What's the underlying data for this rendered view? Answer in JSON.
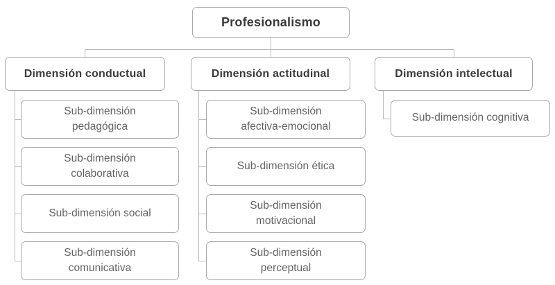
{
  "diagram": {
    "type": "hierarchy-org-chart",
    "root": {
      "label": "Profesionalismo"
    },
    "branches": [
      {
        "label": "Dimensión conductual",
        "children": [
          "Sub-dimensión\npedagógica",
          "Sub-dimensión\ncolaborativa",
          "Sub-dimensión social",
          "Sub-dimensión\ncomunicativa"
        ]
      },
      {
        "label": "Dimensión actitudinal",
        "children": [
          "Sub-dimensión\nafectiva-emocional",
          "Sub-dimensión ética",
          "Sub-dimensión\nmotivacional",
          "Sub-dimensión\nperceptual"
        ]
      },
      {
        "label": "Dimensión intelectual",
        "children": [
          "Sub-dimensión cognitiva"
        ]
      }
    ],
    "colors": {
      "background": "#ffffff",
      "box_fill": "#ffffff",
      "box_border": "#a9a9a9",
      "connector": "#b8b8b8",
      "heading_text": "#3b3b3b",
      "body_text": "#646464"
    }
  }
}
